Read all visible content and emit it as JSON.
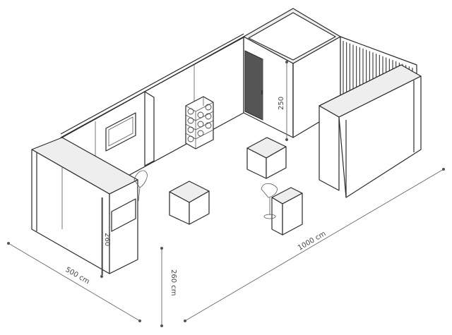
{
  "dimensions": {
    "width_label": "500 cm",
    "length_label": "1000 cm",
    "height_label": "260 cm",
    "front_wall_height_label": "260",
    "back_wall_height_label": "250"
  },
  "colors": {
    "line": "#2a2a2a",
    "panel": "#ffffff",
    "shade": "#eeeeee",
    "dimension": "#666666"
  }
}
